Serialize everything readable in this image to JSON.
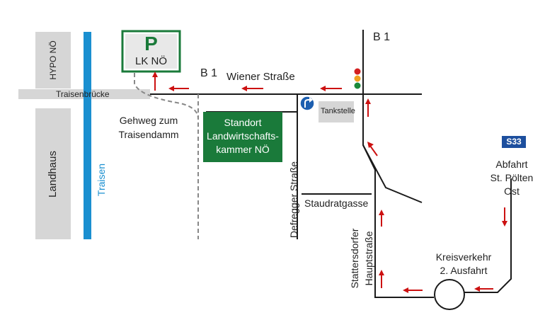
{
  "parking": {
    "symbol": "P",
    "label": "LK NÖ"
  },
  "roads": {
    "b1_main": "B 1",
    "b1_north": "B 1",
    "wiener_strasse": "Wiener Straße",
    "traisenbruecke": "Traisenbrücke",
    "defregger_strasse": "Defregger Straße",
    "staudratgasse": "Staudratgasse",
    "stattersdorfer_line1": "Stattersdorfer",
    "stattersdorfer_line2": "Hauptstraße"
  },
  "buildings": {
    "hypo": "HYPO NÖ",
    "landhaus": "Landhaus",
    "tankstelle": "Tankstelle"
  },
  "river": {
    "name": "Traisen"
  },
  "gehweg": {
    "line1": "Gehweg zum",
    "line2": "Traisendamm"
  },
  "standort": {
    "line1": "Standort",
    "line2": "Landwirtschafts-",
    "line3": "kammer NÖ"
  },
  "motorway": {
    "badge": "S33",
    "exit_line1": "Abfahrt",
    "exit_line2": "St. Pölten",
    "exit_line3": "Ost"
  },
  "roundabout": {
    "line1": "Kreisverkehr",
    "line2": "2. Ausfahrt"
  },
  "colors": {
    "green": "#1a7a3a",
    "river_blue": "#1a8fd0",
    "arrow_red": "#cc1111",
    "building_gray": "#d6d6d6",
    "badge_blue": "#1d4f9e",
    "traffic_red": "#d42020",
    "traffic_amber": "#f0a020",
    "traffic_green": "#1a8a3a"
  },
  "icons": {
    "turn_sign": "turn-right-sign-icon",
    "traffic_light": "traffic-light-icon"
  }
}
